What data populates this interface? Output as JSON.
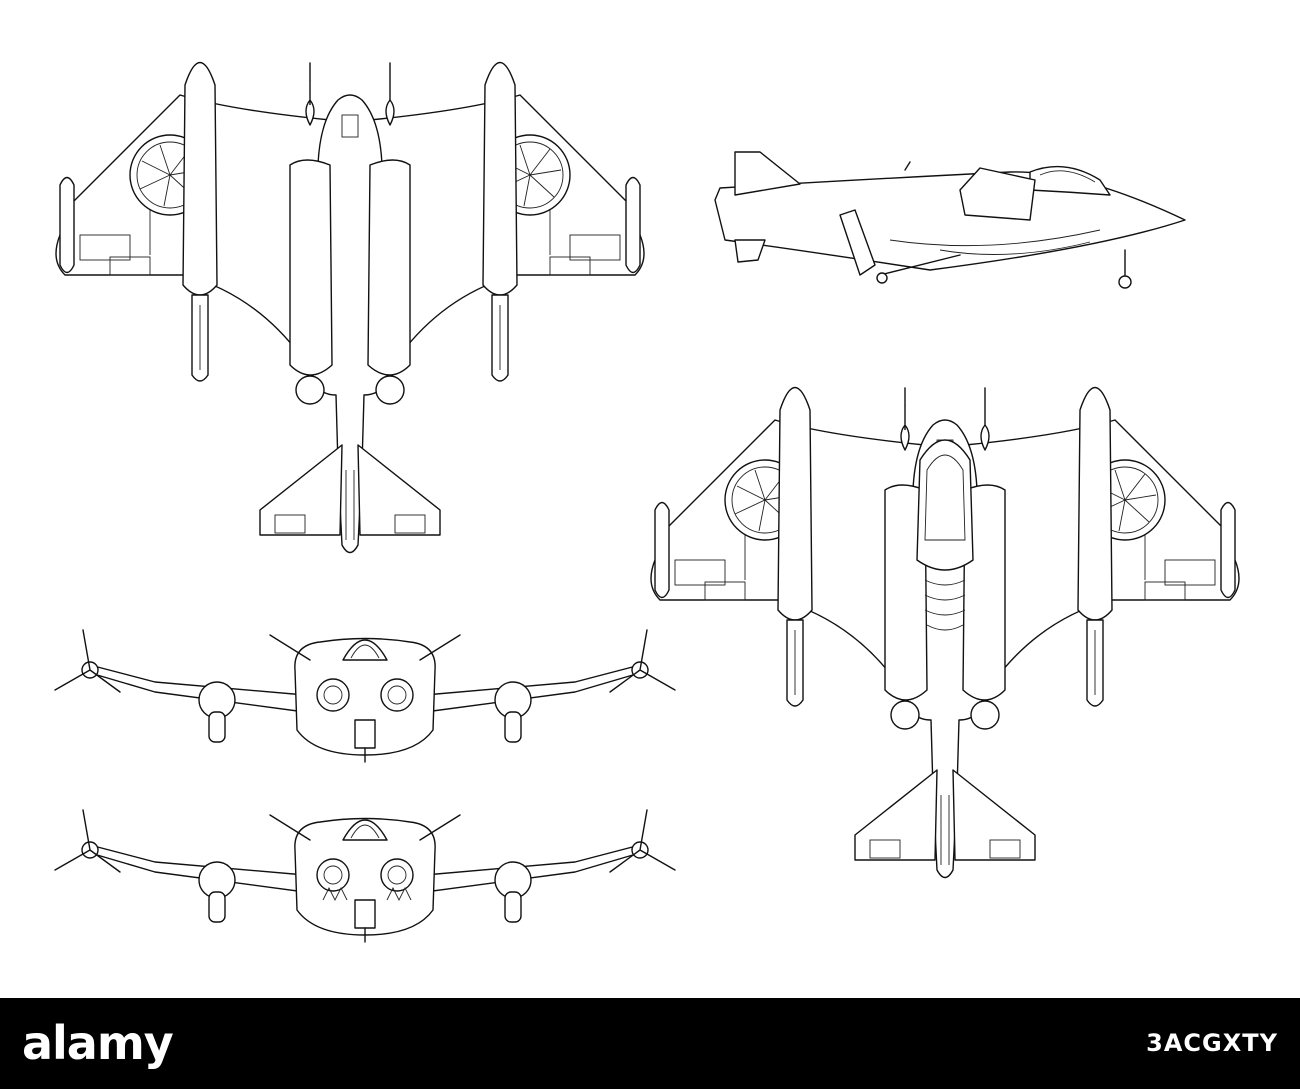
{
  "footer": {
    "brand": "alamy",
    "image_id": "3ACGXTY",
    "background": "#000000",
    "text_color": "#ffffff"
  },
  "drawing": {
    "line_color": "#111111",
    "background": "#ffffff",
    "views": [
      "top-view",
      "side-view",
      "bottom-view",
      "front-view",
      "rear-view"
    ]
  }
}
